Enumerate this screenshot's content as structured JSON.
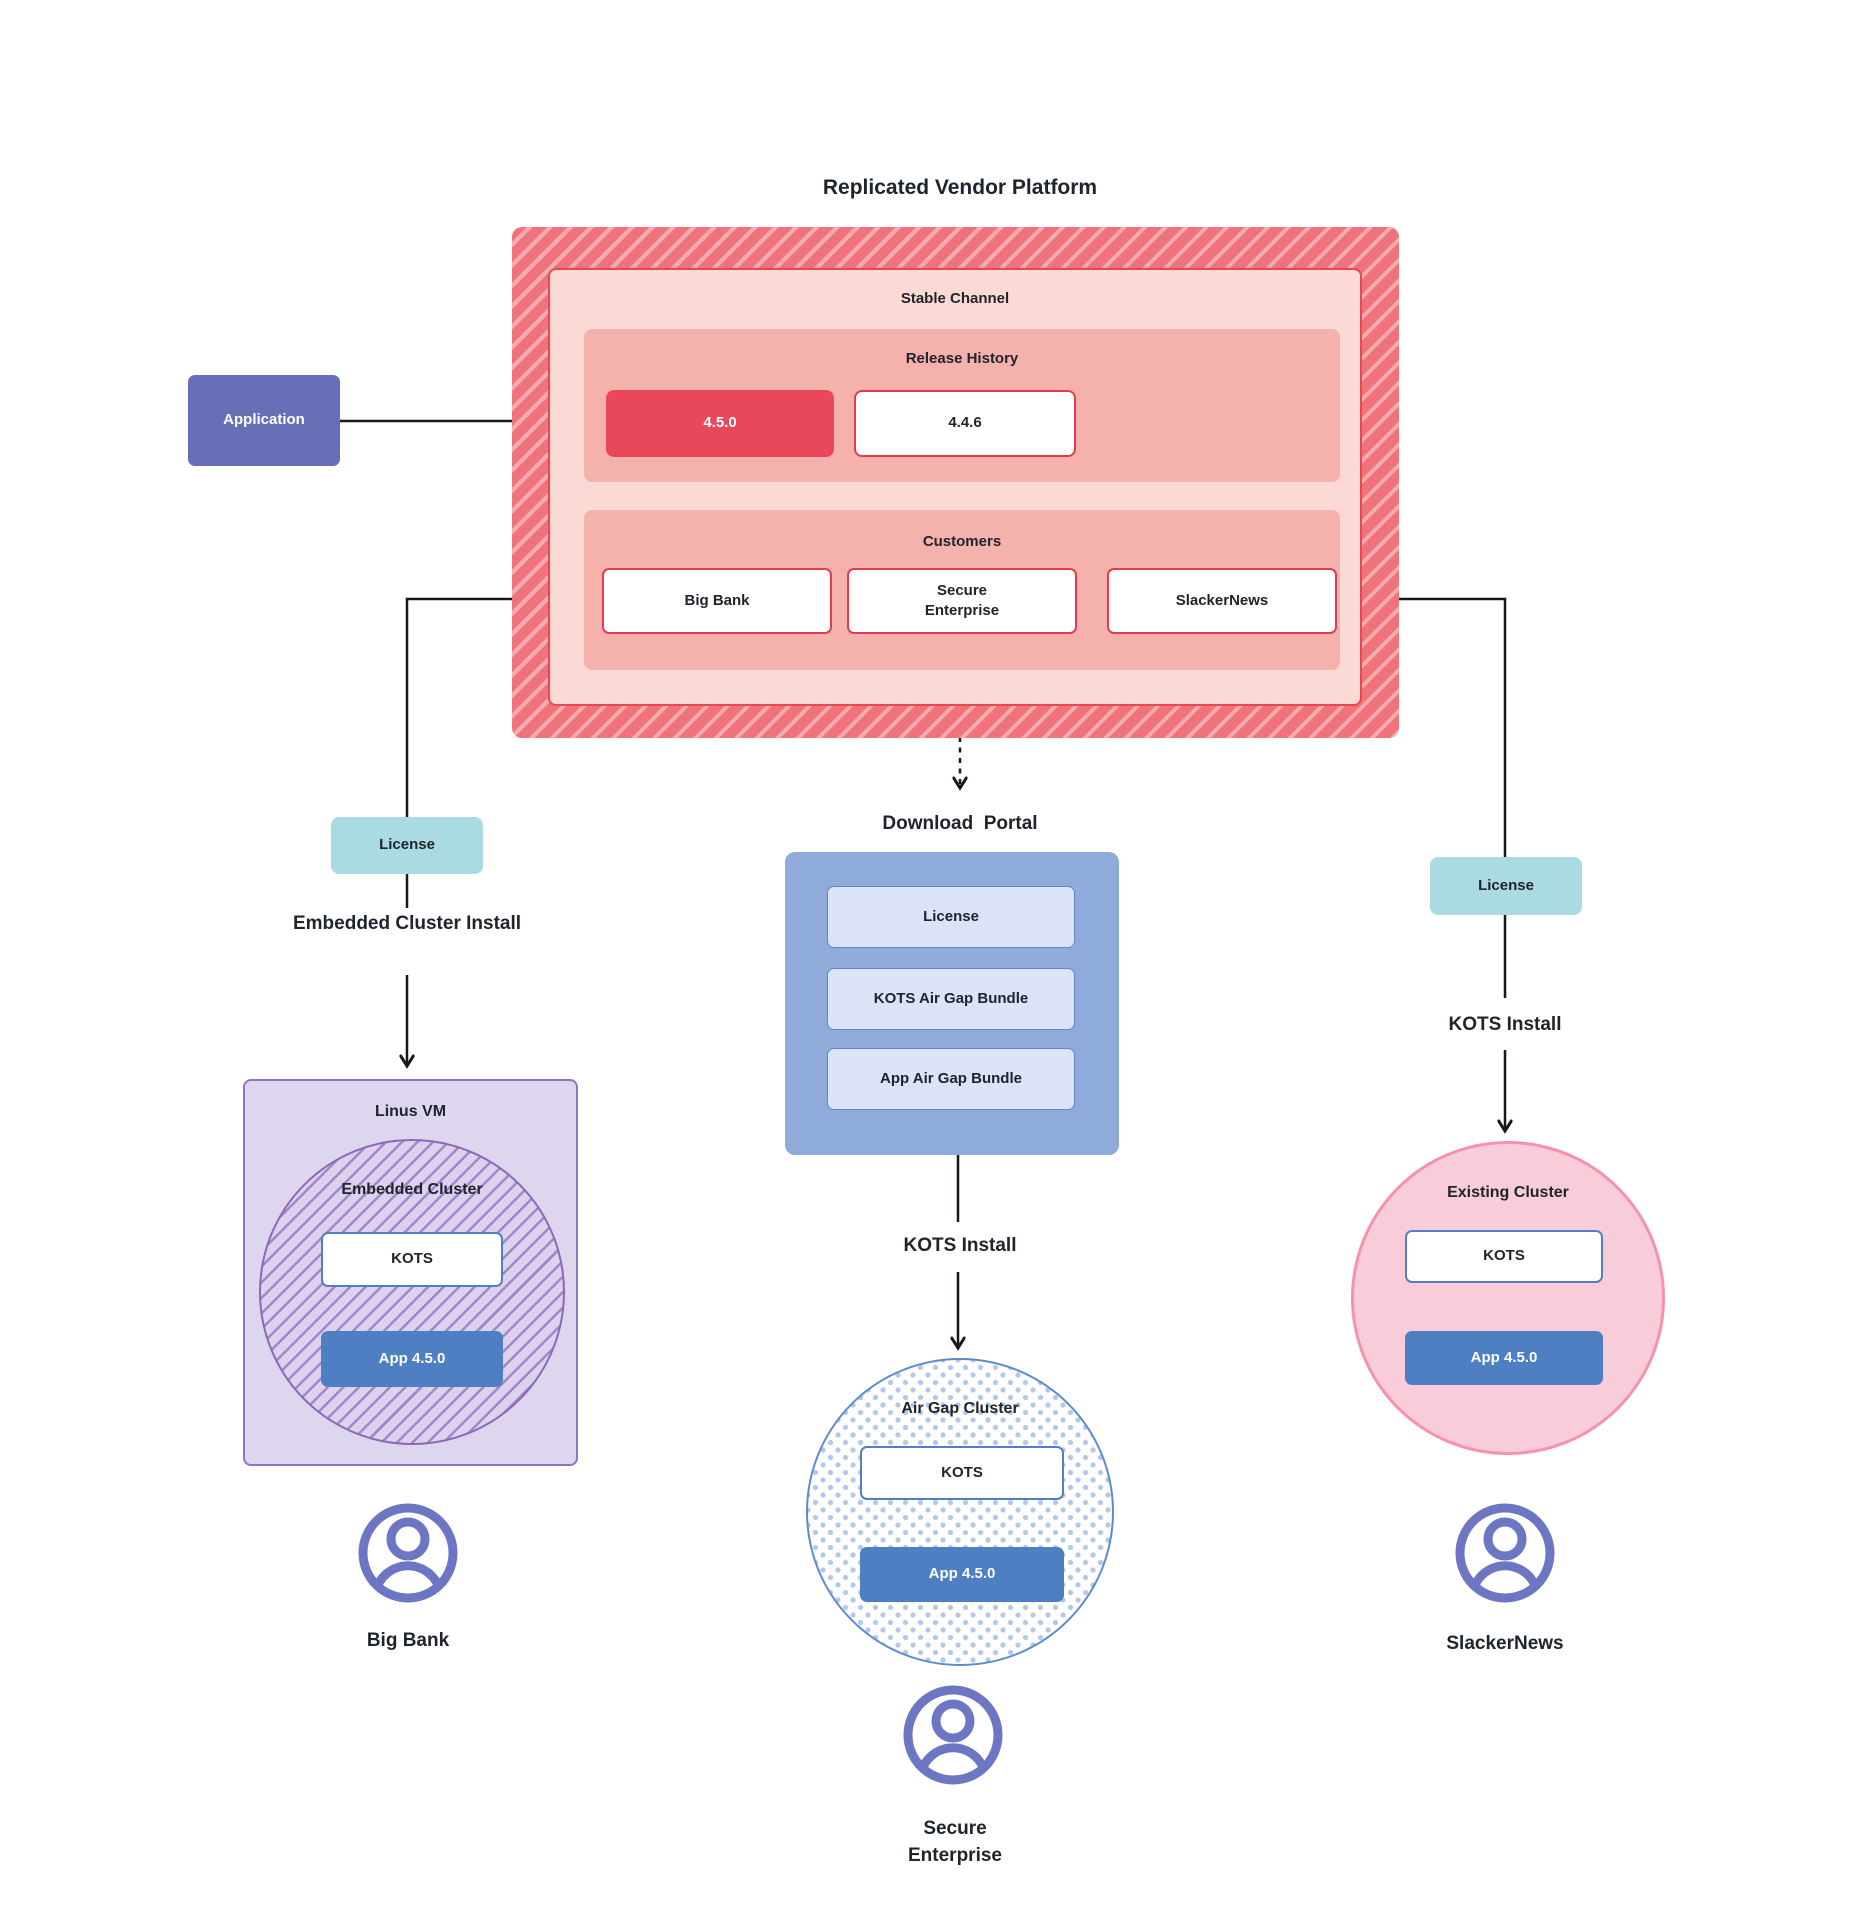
{
  "title": "Replicated Vendor Platform",
  "application": {
    "label": "Application"
  },
  "platform": {
    "stable_channel_label": "Stable Channel",
    "release_history": {
      "label": "Release History",
      "releases": [
        {
          "version": "4.5.0",
          "state": "current"
        },
        {
          "version": "4.4.6",
          "state": "previous"
        }
      ]
    },
    "customers": {
      "label": "Customers",
      "items": [
        "Big Bank",
        "Secure Enterprise",
        "SlackerNews"
      ]
    }
  },
  "left_branch": {
    "license_label": "License",
    "install_label": "Embedded Cluster Install",
    "vm_label": "Linus VM",
    "cluster_label": "Embedded Cluster",
    "kots_label": "KOTS",
    "app_label": "App 4.5.0",
    "customer_label": "Big Bank"
  },
  "middle_branch": {
    "portal_title": "Download  Portal",
    "portal_items": [
      "License",
      "KOTS Air Gap Bundle",
      "App Air Gap Bundle"
    ],
    "install_label": "KOTS Install",
    "cluster_label": "Air Gap Cluster",
    "kots_label": "KOTS",
    "app_label": "App 4.5.0",
    "customer_label": "Secure Enterprise"
  },
  "right_branch": {
    "license_label": "License",
    "install_label": "KOTS Install",
    "cluster_label": "Existing Cluster",
    "kots_label": "KOTS",
    "app_label": "App 4.5.0",
    "customer_label": "SlackerNews"
  },
  "colors": {
    "platform_hatch_base": "#f0737b",
    "platform_hatch_stripe": "#f6abb0",
    "stable_fill": "#fbdad5",
    "platform_border_red": "#e84854",
    "inner_container_salmon": "#f5b1ab",
    "current_release_red": "#e9475c",
    "application_purple": "#6770b6",
    "license_cyan": "#aadbe3",
    "portal_blue": "#8fabd9",
    "portal_item_fill": "#dce3f7",
    "app_box_blue": "#4d7fc2",
    "kots_border_blue": "#4f7fc4",
    "vm_fill": "#ded5ee",
    "vm_border": "#8e75c0",
    "embedded_circle_stripe": "#a287cb",
    "existing_cluster_pink": "#f8cdd9",
    "existing_cluster_border": "#f592ad",
    "airgap_dot_blue": "#b3c9ea",
    "user_icon_purple": "#6d76c3",
    "connector_black": "#15181c"
  }
}
